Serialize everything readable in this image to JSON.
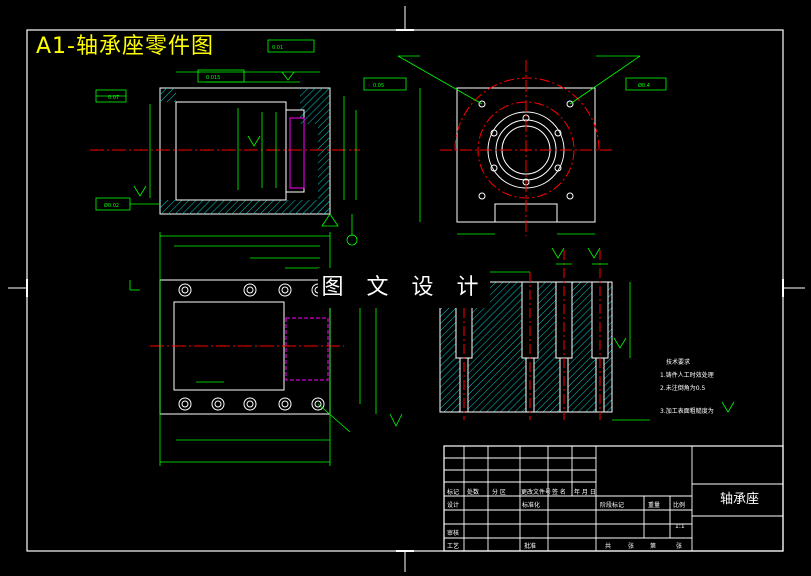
{
  "title": "A1-轴承座零件图",
  "watermark": "图 文 设 计",
  "title_block": {
    "part_name": "轴承座",
    "scale": "1:1",
    "header_cells": [
      "标记",
      "处数",
      "分 区",
      "更改文件号",
      "签 名",
      "年 月 日"
    ],
    "row_labels": [
      "设计",
      "审核",
      "工艺"
    ],
    "mid_labels": [
      "标准化",
      "批准"
    ],
    "right_labels": [
      "阶段标记",
      "重量",
      "比例"
    ],
    "sheet_row": [
      "共",
      "张",
      "第",
      "张"
    ]
  },
  "tech_requirements": {
    "title": "技术要求",
    "items": [
      "1.铸件人工时效处理",
      "2.未注倒角为0.5",
      "3.加工表面粗糙度为"
    ]
  },
  "colors": {
    "background": "#000000",
    "frame": "#ffffff",
    "part_outline": "#ffffff",
    "dimension": "#00ff00",
    "center_line": "#ff0000",
    "hatch": "#00ffff",
    "title_text": "#ffff00",
    "section_marks": "#ff00ff"
  }
}
